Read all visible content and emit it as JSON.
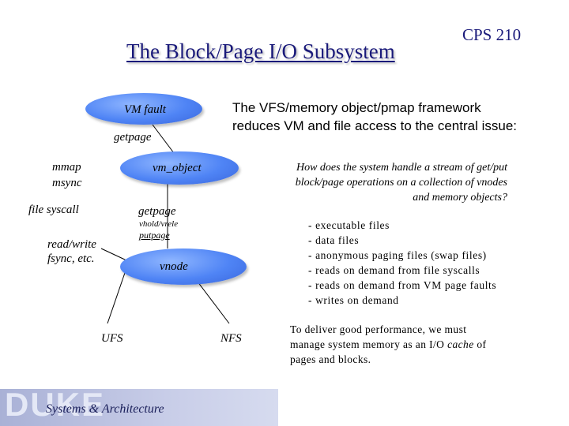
{
  "header": {
    "title": "The Block/Page I/O Subsystem",
    "course": "CPS 210"
  },
  "diagram": {
    "nodes": {
      "vm_fault": "VM fault",
      "vm_object": "vm_object",
      "vnode": "vnode"
    },
    "labels": {
      "getpage_top": "getpage",
      "mmap": "mmap",
      "msync": "msync",
      "file_syscall": "file syscall",
      "getpage_mid": "getpage",
      "vhold": "vhold/vrele",
      "putpage": "putpage",
      "read_write": "read/write",
      "fsync": "fsync, etc.",
      "ufs": "UFS",
      "nfs": "NFS"
    }
  },
  "text": {
    "intro_line1": "The VFS/memory object/pmap framework",
    "intro_line2": "reduces VM and file access to the central issue:",
    "question": "How does the system handle a stream of get/put block/page operations on a collection of vnodes and memory objects?",
    "bullets": [
      "- executable files",
      "- data files",
      "- anonymous paging files (swap files)",
      "- reads on demand from file syscalls",
      "- reads on demand from VM page faults",
      "- writes on demand"
    ],
    "delivery_prefix": "To deliver good performance, we must manage system memory as an I/O ",
    "delivery_em": "cache",
    "delivery_suffix": " of pages and blocks."
  },
  "footer": {
    "logo": "DUKE",
    "subtitle": "Systems & Architecture"
  },
  "colors": {
    "title": "#1a1a7a",
    "oval": "#4f84f5",
    "footer_band": "#b8bfe0"
  }
}
